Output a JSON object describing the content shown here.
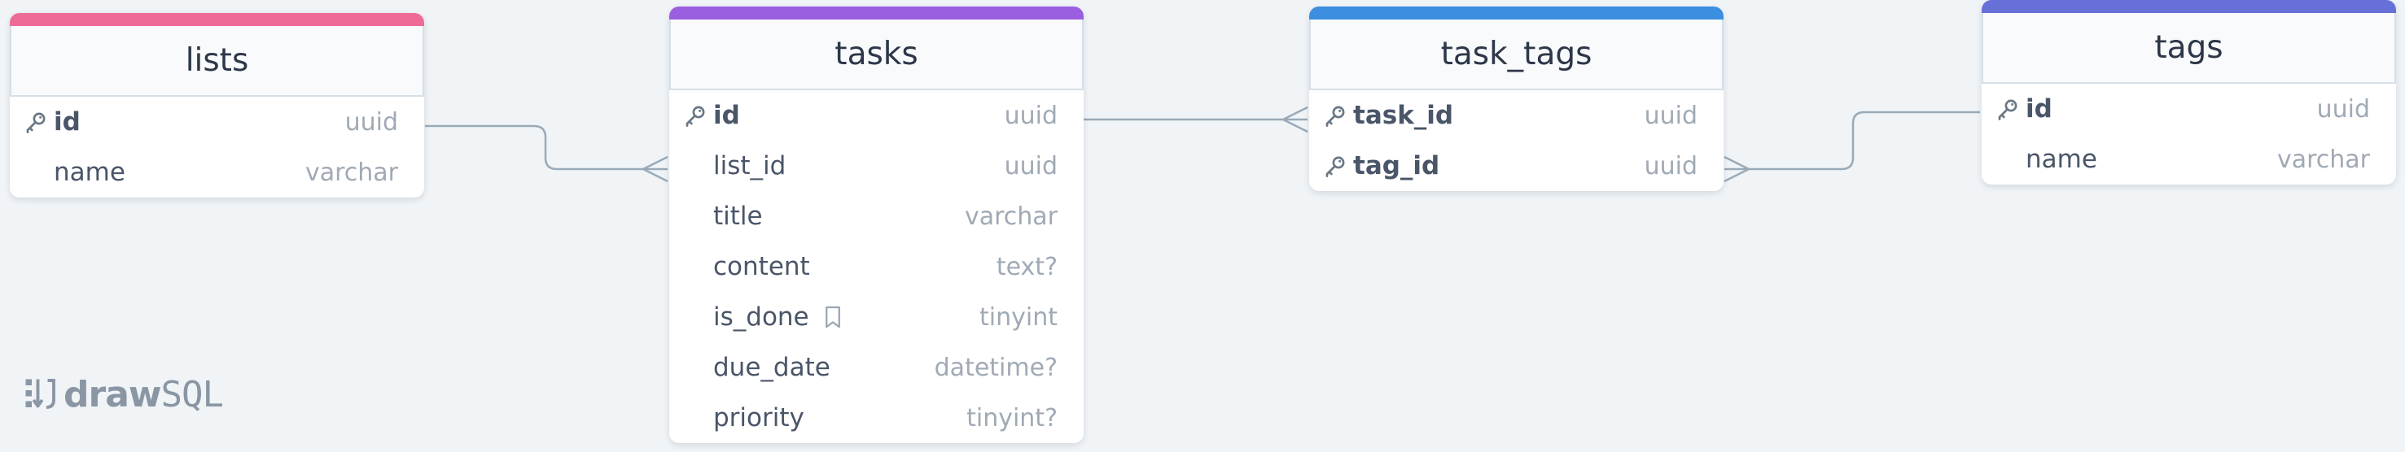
{
  "tables": [
    {
      "name": "lists",
      "accent": "#ee6b98",
      "fields": [
        {
          "name": "id",
          "type": "uuid",
          "pk": true
        },
        {
          "name": "name",
          "type": "varchar",
          "pk": false
        }
      ]
    },
    {
      "name": "tasks",
      "accent": "#9a5fe0",
      "fields": [
        {
          "name": "id",
          "type": "uuid",
          "pk": true
        },
        {
          "name": "list_id",
          "type": "uuid",
          "pk": false
        },
        {
          "name": "title",
          "type": "varchar",
          "pk": false
        },
        {
          "name": "content",
          "type": "text?",
          "pk": false
        },
        {
          "name": "is_done",
          "type": "tinyint",
          "pk": false,
          "comment_icon": "bookmark-icon"
        },
        {
          "name": "due_date",
          "type": "datetime?",
          "pk": false
        },
        {
          "name": "priority",
          "type": "tinyint?",
          "pk": false
        }
      ]
    },
    {
      "name": "task_tags",
      "accent": "#3b8ee0",
      "fields": [
        {
          "name": "task_id",
          "type": "uuid",
          "pk": true
        },
        {
          "name": "tag_id",
          "type": "uuid",
          "pk": true
        }
      ]
    },
    {
      "name": "tags",
      "accent": "#6670d6",
      "fields": [
        {
          "name": "id",
          "type": "uuid",
          "pk": true
        },
        {
          "name": "name",
          "type": "varchar",
          "pk": false
        }
      ]
    }
  ],
  "logo": {
    "draw": "draw",
    "sql": "SQL"
  },
  "connector_color": "#9aaab8",
  "icons": {
    "primary_key": "key-icon",
    "logo": "drawsql-logo-icon"
  }
}
